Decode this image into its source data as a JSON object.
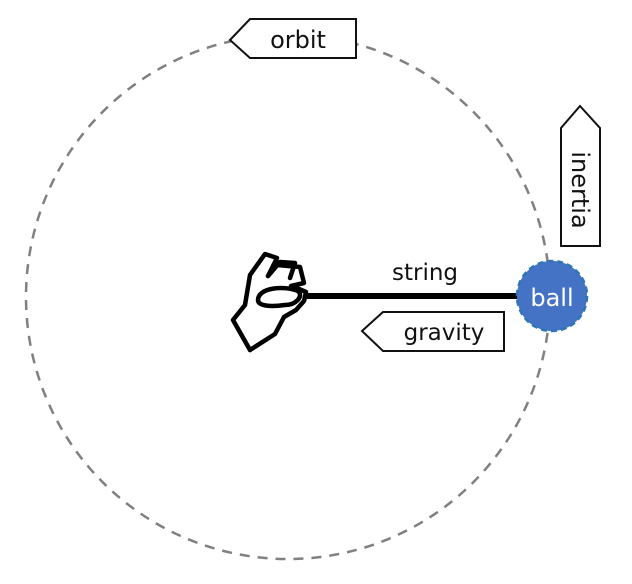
{
  "labels": {
    "orbit": "orbit",
    "inertia": "inertia",
    "string": "string",
    "gravity": "gravity",
    "ball": "ball"
  },
  "colors": {
    "orbit_stroke": "#808080",
    "ball_fill": "#4472C4",
    "ball_stroke": "#2E75B6",
    "string": "#000000"
  },
  "icons": {
    "hand": "pinching-hand-icon"
  }
}
